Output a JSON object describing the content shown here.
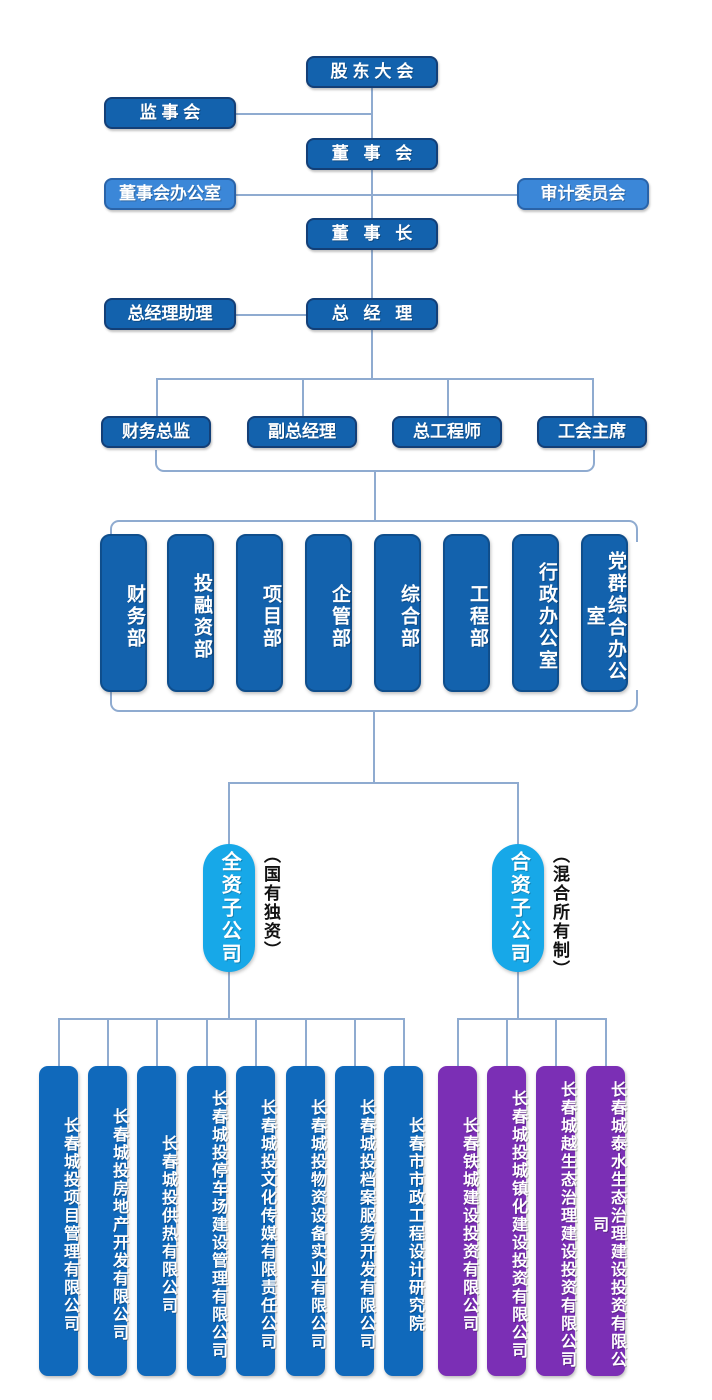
{
  "title": "企业组织架构图",
  "colors": {
    "box_blue": "#1362ad",
    "box_blue_border": "#133f77",
    "box_light_blue": "#3b87d8",
    "oval_cyan": "#17a8e8",
    "subsidiary_blue": "#1069bb",
    "subsidiary_purple": "#7b2fb5",
    "connector": "#8fabd0",
    "background": "#ffffff",
    "text": "#ffffff",
    "caption_text": "#111111"
  },
  "governance": {
    "shareholders_meeting": "股东大会",
    "supervisory_board": "监 事 会",
    "board_of_directors": "董 事 会",
    "board_office": "董事会办公室",
    "audit_committee": "审计委员会",
    "chairman": "董 事 长",
    "general_manager": "总 经 理",
    "gm_assistant": "总经理助理"
  },
  "executives": [
    {
      "label": "财务总监"
    },
    {
      "label": "副总经理"
    },
    {
      "label": "总工程师"
    },
    {
      "label": "工会主席"
    }
  ],
  "departments": [
    {
      "label": "财务部"
    },
    {
      "label": "投融资部"
    },
    {
      "label": "项目部"
    },
    {
      "label": "企管部"
    },
    {
      "label": "综合部"
    },
    {
      "label": "工程部"
    },
    {
      "label": "行政办公室"
    },
    {
      "label": "党群综合办公室"
    }
  ],
  "subsidiary_groups": [
    {
      "oval_label": "全资子公司",
      "caption": "（国有独资）",
      "color_key": "subsidiary_blue",
      "companies": [
        {
          "label": "长春城投项目管理有限公司"
        },
        {
          "label": "长春城投房地产开发有限公司"
        },
        {
          "label": "长春城投供热有限公司"
        },
        {
          "label": "长春城投停车场建设管理有限公司"
        },
        {
          "label": "长春城投文化传媒有限责任公司"
        },
        {
          "label": "长春城投物资设备实业有限公司"
        },
        {
          "label": "长春城投档案服务开发有限公司"
        },
        {
          "label": "长春市市政工程设计研究院"
        }
      ]
    },
    {
      "oval_label": "合资子公司",
      "caption": "（混合所有制）",
      "color_key": "subsidiary_purple",
      "companies": [
        {
          "label": "长春铁城建设投资有限公司"
        },
        {
          "label": "长春城投城镇化建设投资有限公司"
        },
        {
          "label": "长春城越生态治理建设投资有限公司"
        },
        {
          "label": "长春城泰水生态治理建设投资有限公司"
        }
      ]
    }
  ]
}
